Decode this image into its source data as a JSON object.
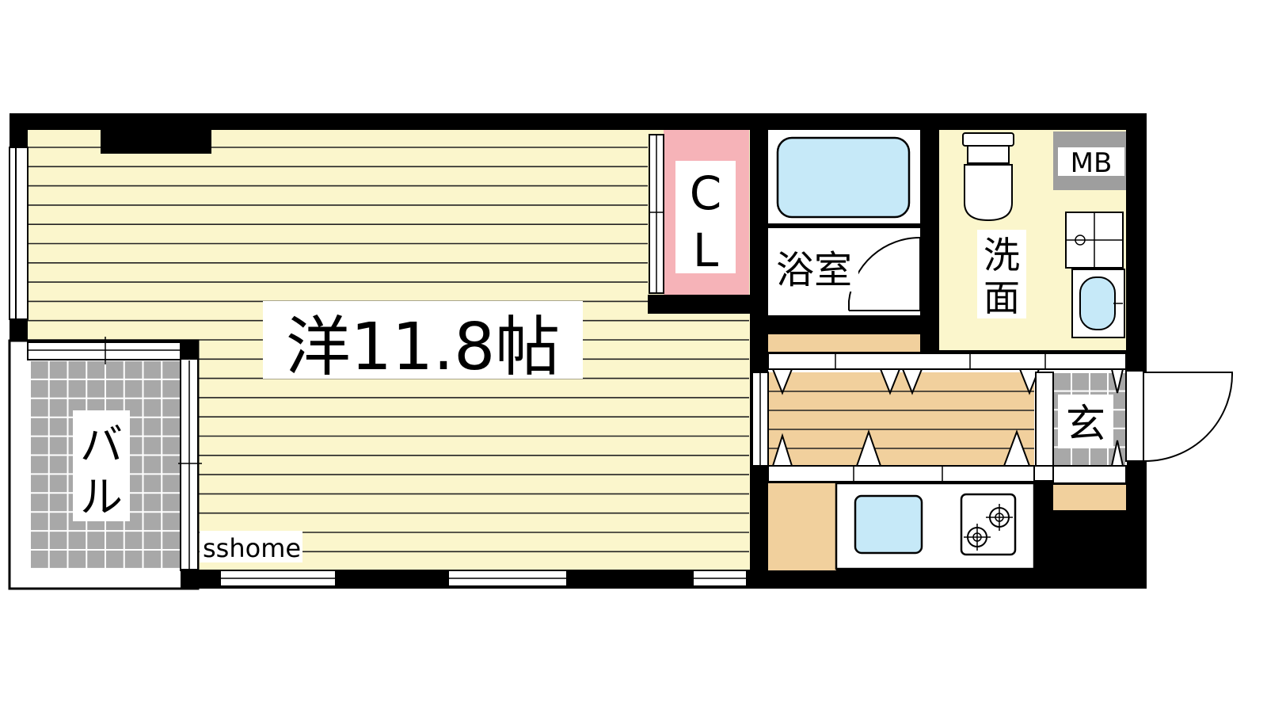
{
  "rooms": {
    "western": "洋11.8帖",
    "closet": [
      "C",
      "L"
    ],
    "bathroom": "浴室",
    "washroom": [
      "洗",
      "面"
    ],
    "meter_box": "MB",
    "entrance": "玄",
    "balcony": [
      "バ",
      "ル"
    ]
  },
  "watermark": "sshome",
  "colors": {
    "wall": "#000000",
    "floor_western": "#fbf6cc",
    "floor_lines": "#222222",
    "closet": "#f6b3b8",
    "washroom": "#fbf6cc",
    "kitchen_floor": "#f1d09d",
    "fixture_blue": "#c6e9f8",
    "balcony_tile": "#a8a8a8",
    "meter_box": "#9e9e9e"
  }
}
